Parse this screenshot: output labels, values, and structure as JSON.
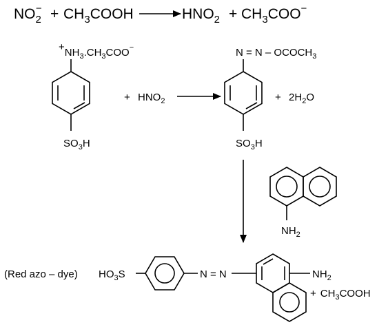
{
  "equation1": {
    "nitrite_ion": "NO",
    "nitrite_sub": "2",
    "nitrite_sup": "−",
    "plus": "+",
    "acetic_a": "CH",
    "acetic_sub": "3",
    "acetic_b": "COOH",
    "nitrous_a": "HNO",
    "nitrous_sub": "2",
    "acetate_a": "CH",
    "acetate_sub": "3",
    "acetate_b": "COO",
    "acetate_sup": "−"
  },
  "equation2": {
    "sulfanilic_top_sup": "+",
    "sulfanilic_top_a": "NH",
    "sulfanilic_top_sub": "3",
    "sulfanilic_top_b": ".CH",
    "sulfanilic_top_sub2": "3",
    "sulfanilic_top_c": "COO",
    "sulfanilic_top_sup2": "−",
    "sulfanilic_bottom_a": "SO",
    "sulfanilic_bottom_sub": "3",
    "sulfanilic_bottom_b": "H",
    "reagent_plus": "+",
    "reagent_a": "HNO",
    "reagent_sub": "2",
    "diazo_top_a": "N = N – OCOCH",
    "diazo_top_sub": "3",
    "diazo_bottom_a": "SO",
    "diazo_bottom_sub": "3",
    "diazo_bottom_b": "H",
    "water_plus": "+",
    "water_a": "2H",
    "water_sub": "2",
    "water_b": "O"
  },
  "naphthylamine": {
    "amine_a": "NH",
    "amine_sub": "2"
  },
  "product": {
    "label": "(Red azo – dye)",
    "sulfo_a": "HO",
    "sulfo_sub": "3",
    "sulfo_b": "S",
    "azo": "N = N",
    "amine_a": "NH",
    "amine_sub": "2",
    "byproduct_plus": "+",
    "byproduct_a": "CH",
    "byproduct_sub": "3",
    "byproduct_b": "COOH"
  }
}
